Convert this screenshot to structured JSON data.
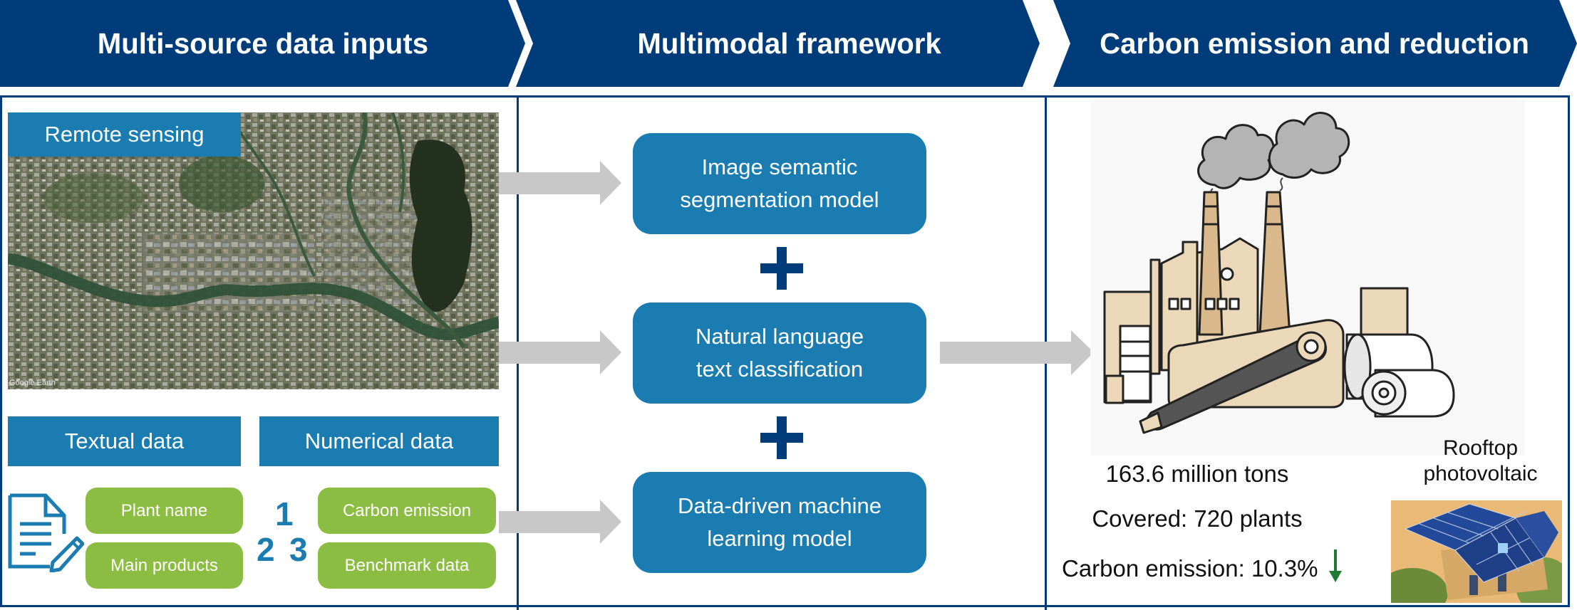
{
  "header": {
    "stages": [
      {
        "label": "Multi-source data inputs"
      },
      {
        "label": "Multimodal framework"
      },
      {
        "label": "Carbon emission and reduction"
      }
    ]
  },
  "inputs": {
    "remote_sensing": {
      "label": "Remote sensing",
      "image": "satellite-image",
      "watermark": "Google Earth"
    },
    "textual": {
      "label": "Textual data",
      "icon": "document-edit-icon",
      "items": [
        "Plant name",
        "Main products"
      ]
    },
    "numerical": {
      "label": "Numerical data",
      "icon": "numbers-123-icon",
      "icon_digits": [
        "1",
        "2",
        "3"
      ],
      "items": [
        "Carbon emission",
        "Benchmark data"
      ]
    }
  },
  "framework": {
    "models": [
      {
        "lines": [
          "Image semantic",
          "segmentation model"
        ]
      },
      {
        "lines": [
          "Natural language",
          "text classification"
        ]
      },
      {
        "lines": [
          "Data-driven machine",
          "learning model"
        ]
      }
    ],
    "combiner_icon": "plus-icon"
  },
  "results": {
    "illustration": "paper-mill-factory-illustration",
    "total_emission": "163.6 million tons",
    "coverage": "Covered: 720 plants",
    "reduction": "Carbon emission: 10.3%",
    "reduction_icon": "down-arrow-icon",
    "rooftop_label_lines": [
      "Rooftop",
      "photovoltaic"
    ],
    "rooftop_image": "rooftop-solar-house-image"
  },
  "colors": {
    "header_navy": "#003b7a",
    "box_blue": "#1a7cb0",
    "pill_green": "#8bbd42",
    "arrow_gray": "#c8c8c8",
    "reduction_green": "#1e7b34"
  }
}
